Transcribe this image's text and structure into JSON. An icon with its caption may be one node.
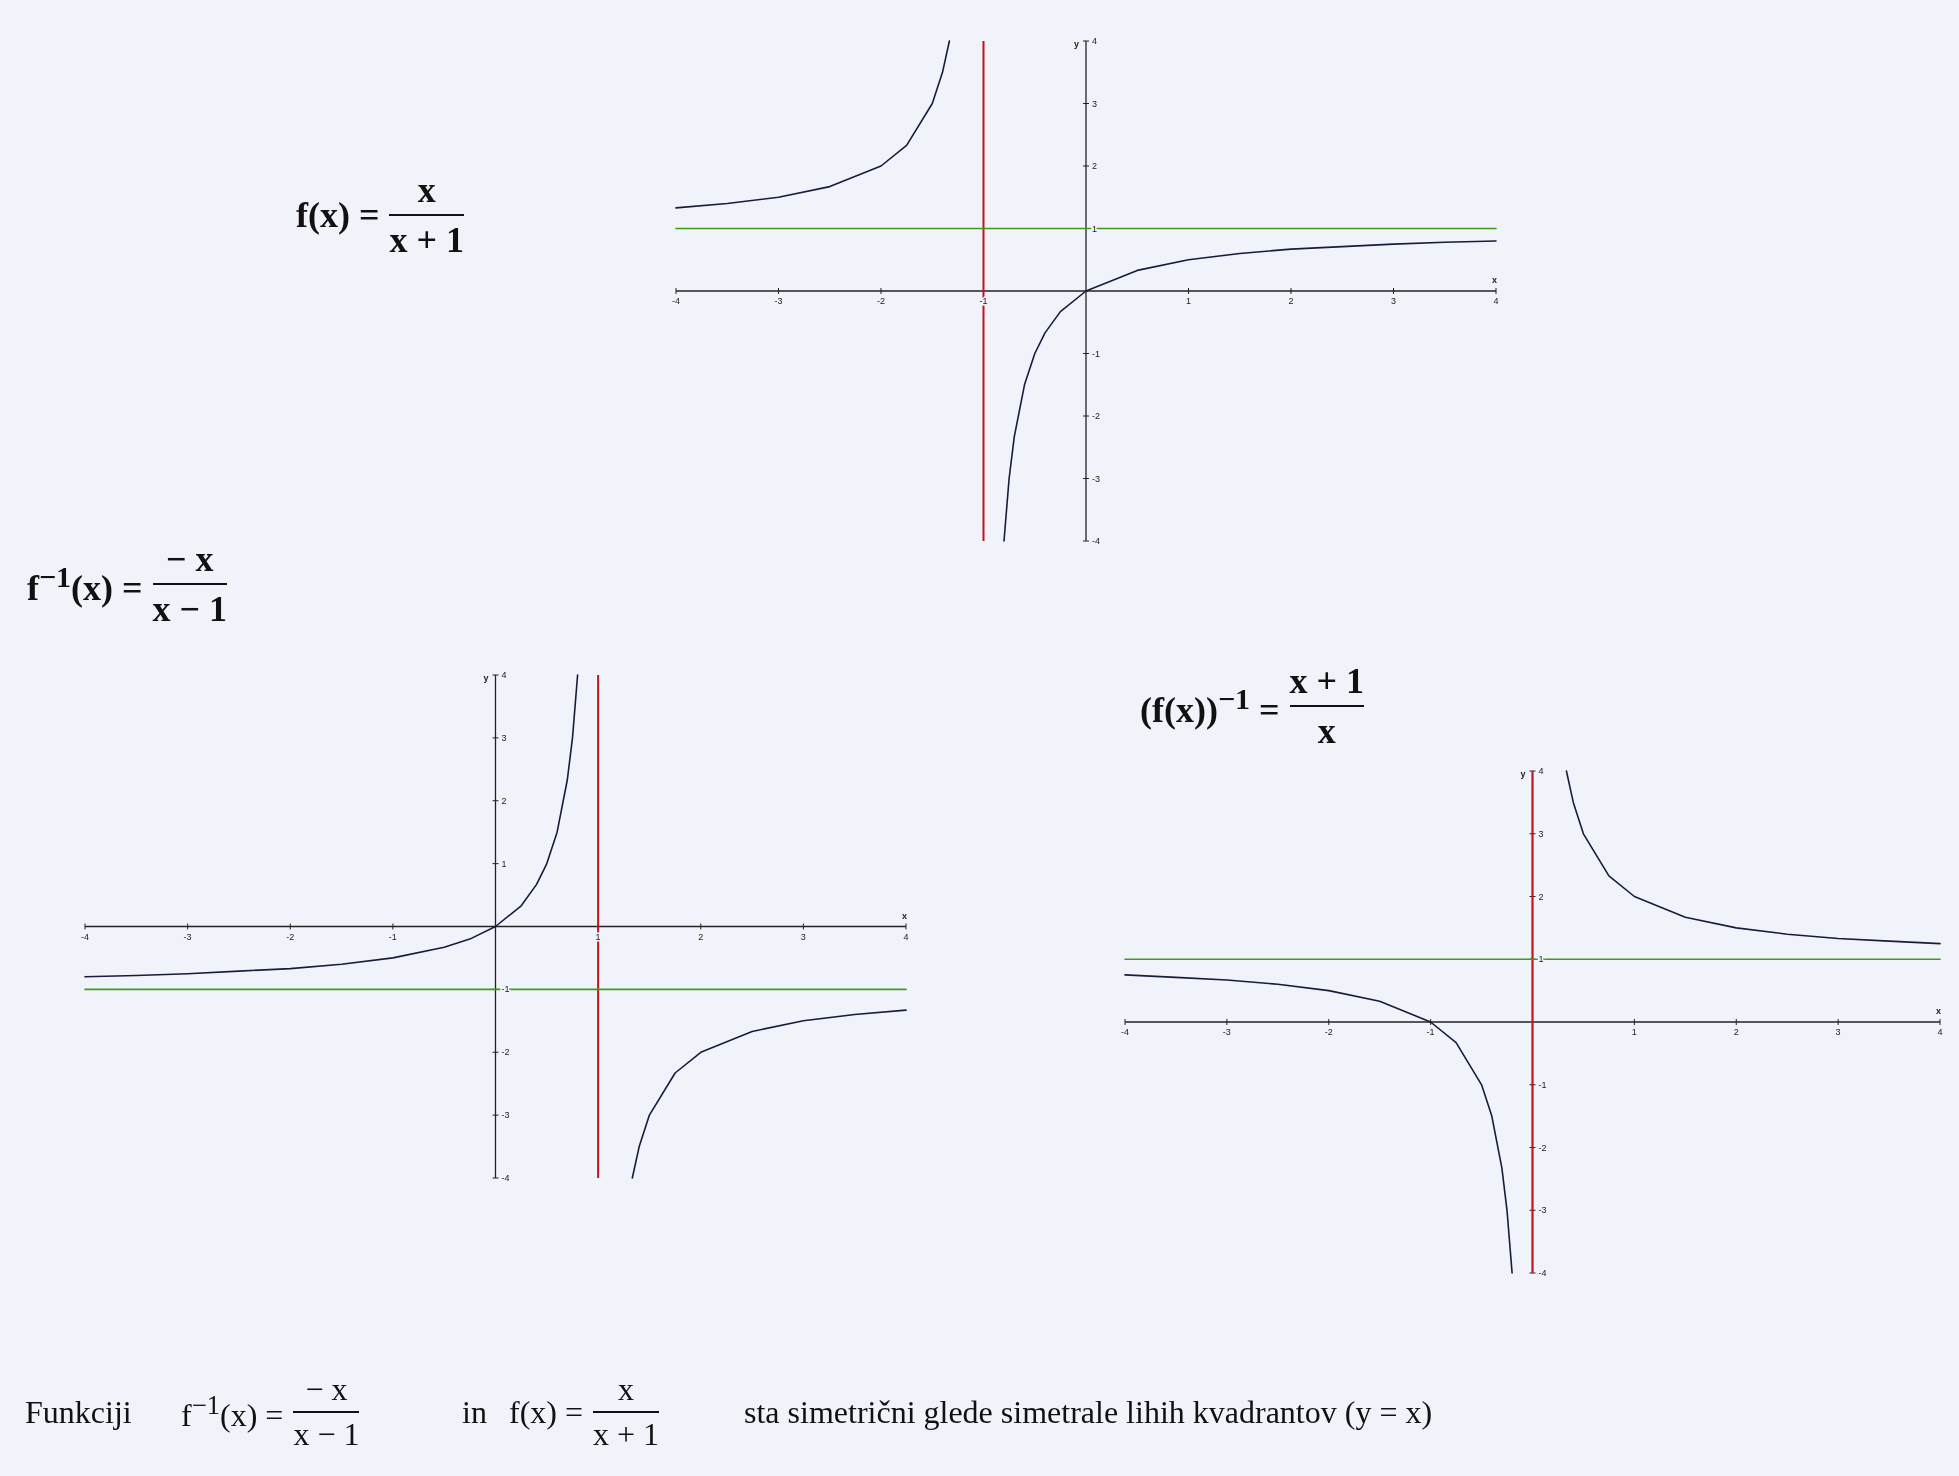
{
  "diagram": {
    "labels": [
      "f(x) =",
      "x",
      "x + 1",
      "f$^{−1}$(x) =",
      "− x",
      "x − 1",
      "(f(x))$^{−1}$ =",
      "x + 1",
      "x",
      "Funkciji",
      "f$^{−1}$(x) =",
      "− x",
      "x − 1",
      "in",
      "f(x) =",
      "x",
      "x + 1",
      "sta simetrični glede simetrale lihih kvadrantov (y = x)"
    ],
    "chart_data": [
      {
        "type": "line",
        "xlabel": "x",
        "ylabel": "y",
        "xlim": [
          -4,
          4
        ],
        "ylim": [
          -4,
          4
        ],
        "xticks": [
          -4,
          -3,
          -2,
          -1,
          1,
          2,
          3,
          4
        ],
        "yticks": [
          -4,
          -3,
          -2,
          -1,
          1,
          2,
          3,
          4
        ],
        "x": [
          -4,
          -3.5,
          -3,
          -2.5,
          -2,
          -1.75,
          -1.5,
          -1.4,
          -1.333,
          -0.8,
          -0.75,
          -0.7,
          -0.6,
          -0.5,
          -0.4,
          -0.25,
          0,
          0.5,
          1,
          1.5,
          2,
          2.5,
          3,
          3.5,
          4
        ],
        "series": [
          {
            "color": "#1a1a3c",
            "values": [
              1.33,
              1.4,
              1.5,
              1.67,
              2,
              2.33,
              3,
              3.5,
              4,
              -4,
              -3,
              -2.33,
              -1.5,
              -1,
              -0.67,
              -0.33,
              0,
              0.33,
              0.5,
              0.6,
              0.67,
              0.71,
              0.75,
              0.78,
              0.8
            ]
          },
          {
            "color": "#3f9a1c",
            "values": [
              1,
              1,
              1,
              1,
              1,
              1,
              1,
              1,
              1,
              1,
              1,
              1,
              1,
              1,
              1,
              1,
              1,
              1,
              1,
              1,
              1,
              1,
              1,
              1,
              1
            ]
          }
        ],
        "ref_lines": [
          {
            "axis": "x",
            "value": -1,
            "color": "#c0141e"
          }
        ]
      },
      {
        "type": "line",
        "xlabel": "x",
        "ylabel": "y",
        "xlim": [
          -4,
          4
        ],
        "ylim": [
          -4,
          4
        ],
        "xticks": [
          -4,
          -3,
          -2,
          -1,
          1,
          2,
          3,
          4
        ],
        "yticks": [
          -4,
          -3,
          -2,
          -1,
          1,
          2,
          3,
          4
        ],
        "x": [
          -4,
          -3.5,
          -3,
          -2.5,
          -2,
          -1.5,
          -1,
          -0.5,
          -0.25,
          0,
          0.25,
          0.4,
          0.5,
          0.6,
          0.7,
          0.75,
          0.8,
          1.333,
          1.4,
          1.5,
          1.75,
          2,
          2.5,
          3,
          3.5,
          4
        ],
        "series": [
          {
            "color": "#1a1a3c",
            "values": [
              -0.8,
              -0.78,
              -0.75,
              -0.71,
              -0.67,
              -0.6,
              -0.5,
              -0.33,
              -0.2,
              0,
              0.33,
              0.67,
              1,
              1.5,
              2.33,
              3,
              4,
              -4,
              -3.5,
              -3,
              -2.33,
              -2,
              -1.67,
              -1.5,
              -1.4,
              -1.33
            ]
          },
          {
            "color": "#3f9a1c",
            "values": [
              -1,
              -1,
              -1,
              -1,
              -1,
              -1,
              -1,
              -1,
              -1,
              -1,
              -1,
              -1,
              -1,
              -1,
              -1,
              -1,
              -1,
              -1,
              -1,
              -1,
              -1,
              -1,
              -1,
              -1,
              -1,
              -1
            ]
          }
        ],
        "ref_lines": [
          {
            "axis": "x",
            "value": 1,
            "color": "#c0141e"
          }
        ]
      },
      {
        "type": "line",
        "xlabel": "x",
        "ylabel": "y",
        "xlim": [
          -4,
          4
        ],
        "ylim": [
          -4,
          4
        ],
        "xticks": [
          -4,
          -3,
          -2,
          -1,
          1,
          2,
          3,
          4
        ],
        "yticks": [
          -4,
          -3,
          -2,
          -1,
          1,
          2,
          3,
          4
        ],
        "x": [
          -4,
          -3.5,
          -3,
          -2.5,
          -2,
          -1.5,
          -1,
          -0.75,
          -0.5,
          -0.4,
          -0.3,
          -0.25,
          -0.2,
          0.333,
          0.4,
          0.5,
          0.75,
          1,
          1.5,
          2,
          2.5,
          3,
          3.5,
          4
        ],
        "series": [
          {
            "color": "#1a1a3c",
            "values": [
              0.75,
              0.71,
              0.67,
              0.6,
              0.5,
              0.33,
              0,
              -0.33,
              -1,
              -1.5,
              -2.33,
              -3,
              -4,
              4,
              3.5,
              3,
              2.33,
              2,
              1.67,
              1.5,
              1.4,
              1.33,
              1.29,
              1.25
            ]
          },
          {
            "color": "#3f9a1c",
            "values": [
              1,
              1,
              1,
              1,
              1,
              1,
              1,
              1,
              1,
              1,
              1,
              1,
              1,
              1,
              1,
              1,
              1,
              1,
              1,
              1,
              1,
              1,
              1,
              1
            ]
          }
        ],
        "ref_lines": [
          {
            "axis": "x",
            "value": 0,
            "color": "#c0141e"
          }
        ]
      }
    ]
  }
}
